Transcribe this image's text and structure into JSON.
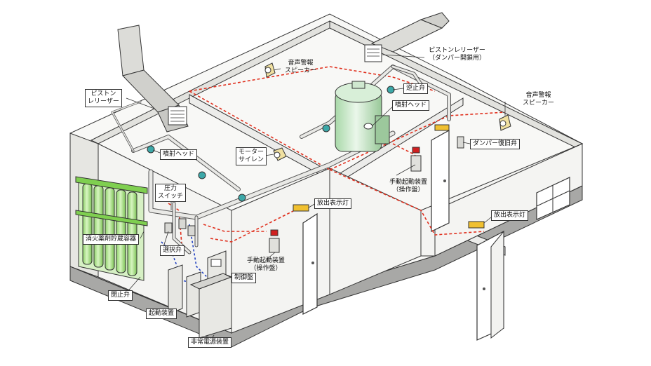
{
  "labels": {
    "piston_releaser": [
      "ピストン",
      "レリーザー"
    ],
    "piston_releaser_damper": [
      "ピストンレリーザー",
      "（ダンパー開鎖用）"
    ],
    "speaker_center": [
      "音声警報",
      "スピーカー"
    ],
    "speaker_right": [
      "音声警報",
      "スピーカー"
    ],
    "check_valve": "逆止弁",
    "nozzle_right": "噴射ヘッド",
    "nozzle_left": "噴射ヘッド",
    "motor_siren": [
      "モーター",
      "サイレン"
    ],
    "damper_reset_valve": "ダンパー復旧弁",
    "pressure_switch": [
      "圧力",
      "スイッチ"
    ],
    "manual_starter_right": [
      "手動起動装置",
      "（操作盤）"
    ],
    "discharge_lamp_center": "放出表示灯",
    "discharge_lamp_right": "放出表示灯",
    "agent_container": "消火薬剤貯蔵容器",
    "selector_valve": "選択弁",
    "control_panel": "制御盤",
    "manual_starter_left": [
      "手動起動装置",
      "（操作盤）"
    ],
    "stop_valve": "閉止弁",
    "starter_device": "起動装置",
    "emergency_power": "非常電源装置"
  },
  "colors": {
    "wall": "#f4f4f2",
    "wall_shade": "#e2e2de",
    "floor": "#f8f8f6",
    "base": "#9c9c9a",
    "pipe": "#e9e9e6",
    "pipe_edge": "#555555",
    "cylinder": "#b9e59a",
    "cylinder_frame": "#7fcf50",
    "tank": "#cfe8cf",
    "signal_line": "#e0301e",
    "power_line": "#2040c0",
    "lamp": "#f0c030",
    "nozzle": "#3ca8a8"
  }
}
